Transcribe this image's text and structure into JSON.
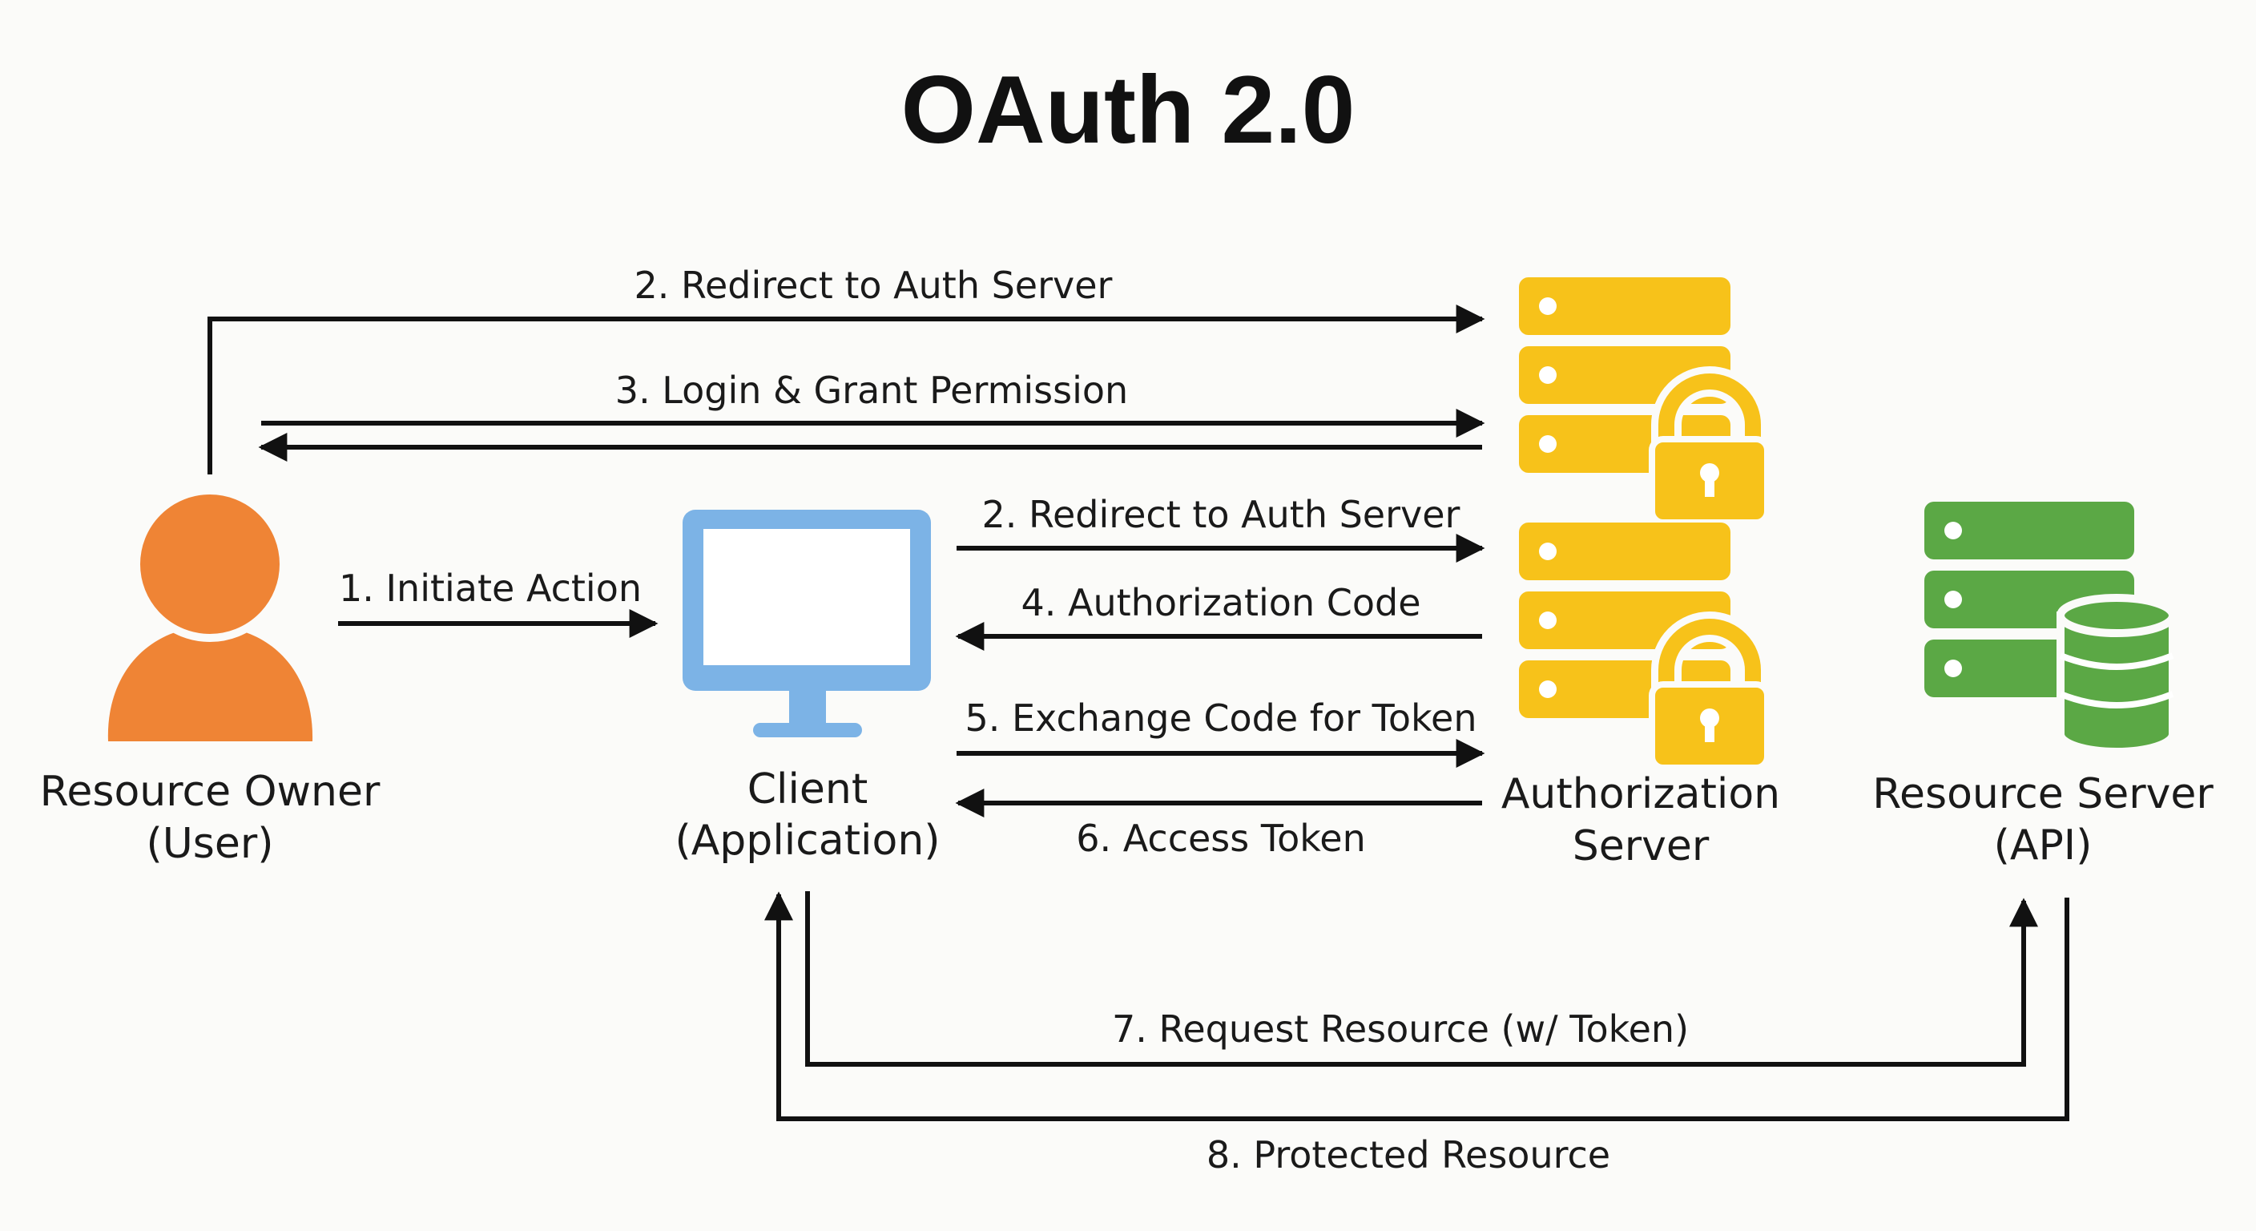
{
  "diagram": {
    "title": "OAuth 2.0",
    "actors": {
      "resource_owner": {
        "line1": "Resource Owner",
        "line2": "(User)",
        "icon": "user-icon"
      },
      "client": {
        "line1": "Client",
        "line2": "(Application)",
        "icon": "monitor-icon"
      },
      "auth_server": {
        "line1": "Authorization",
        "line2": "Server",
        "icon": "locked-server-icon"
      },
      "resource_server": {
        "line1": "Resource Server",
        "line2": "(API)",
        "icon": "database-server-icon"
      }
    },
    "flows": {
      "top_redirect": "2. Redirect to Auth Server",
      "login_grant": "3. Login & Grant Permission",
      "initiate": "1. Initiate Action",
      "client_redirect": "2. Redirect to Auth Server",
      "auth_code": "4. Authorization Code",
      "exchange": "5. Exchange Code for Token",
      "access_token": "6. Access Token",
      "request_resource": "7. Request Resource (w/ Token)",
      "protected_resource": "8. Protected Resource"
    },
    "colors": {
      "user": "#ef8435",
      "client": "#7cb3e6",
      "auth_server": "#f7c21a",
      "resource_server": "#5ba845",
      "arrow": "#111111"
    }
  }
}
